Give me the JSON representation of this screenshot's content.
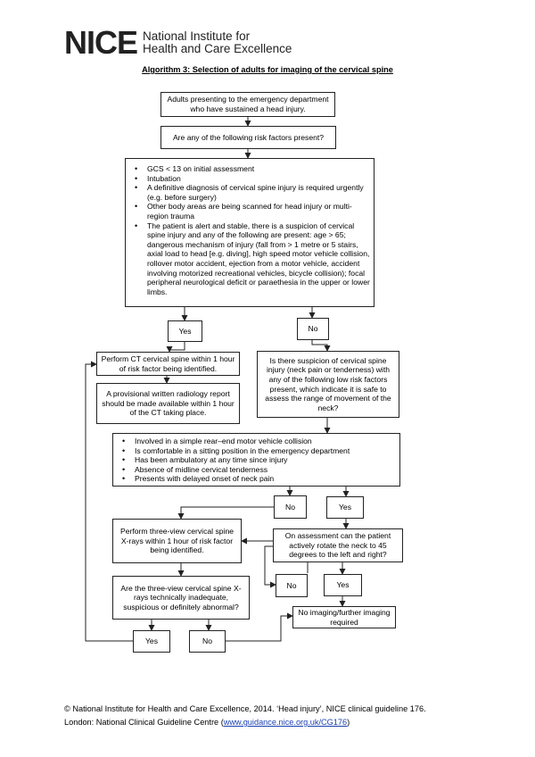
{
  "header": {
    "logo_mark": "NICE",
    "logo_line1": "National Institute for",
    "logo_line2": "Health and Care Excellence"
  },
  "title": "Algorithm 3: Selection of adults for imaging of the cervical spine",
  "nodes": {
    "start": "Adults presenting to the emergency department who have sustained a head injury.",
    "question_risk": "Are any of the following risk factors present?",
    "risk_factors": [
      "GCS < 13 on initial assessment",
      "Intubation",
      "A definitive diagnosis of cervical spine injury is required urgently (e.g. before surgery)",
      "Other body areas are being scanned for head injury or multi-region trauma",
      "The patient is alert and stable, there is a suspicion of cervical spine injury and any of the following are present: age > 65; dangerous mechanism of injury (fall from > 1 metre or 5 stairs, axial load to head [e.g. diving], high speed motor vehicle collision, rollover motor accident, ejection from a motor vehicle, accident involving motorized recreational vehicles, bicycle collision); focal peripheral neurological deficit or paraethesia in the upper or lower limbs."
    ],
    "yes_1": "Yes",
    "no_1": "No",
    "ct": "Perform CT cervical spine within 1 hour of risk factor being identified.",
    "report": "A provisional written radiology report should be made available within 1 hour of the CT taking place.",
    "suspicion": "Is there suspicion of cervical spine injury (neck pain or tenderness) with any of the following low risk factors present, which indicate it is safe to assess the range of movement of the neck?",
    "low_risk": [
      "Involved in a simple rear–end motor vehicle collision",
      "Is comfortable in a sitting position in the emergency department",
      "Has been ambulatory at any time since injury",
      "Absence of midline cervical tenderness",
      "Presents with delayed onset of neck pain"
    ],
    "no_2": "No",
    "yes_2": "Yes",
    "xray": "Perform three-view cervical spine X-rays within 1 hour of risk factor being identified.",
    "rotate": "On assessment can the patient actively rotate the neck to 45 degrees to the left and right?",
    "no_3": "No",
    "yes_3": "Yes",
    "xray_question": "Are the three-view cervical spine X-rays technically inadequate, suspicious or definitely abnormal?",
    "no_imaging": "No imaging/further imaging required",
    "yes_4": "Yes",
    "no_4": "No"
  },
  "footer": {
    "line1": "© National Institute for Health and Care Excellence, 2014. ‘Head injury’, NICE clinical guideline 176.",
    "line2_prefix": "London: National Clinical Guideline Centre (",
    "link": "www.guidance.nice.org.uk/CG176",
    "line2_suffix": ")",
    "link_color": "#1a3fb0"
  }
}
